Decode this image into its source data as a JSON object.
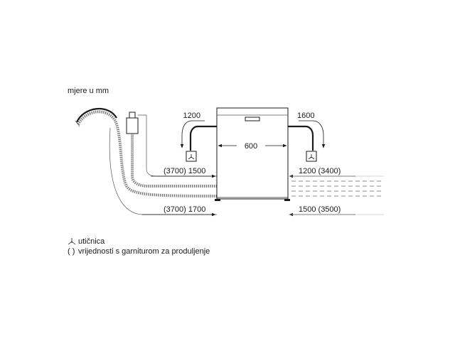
{
  "units_label": "mjere u mm",
  "dimensions": {
    "top_left": "1200",
    "top_right": "1600",
    "width": "600",
    "left_upper": "(3700) 1500",
    "right_upper": "1200 (3400)",
    "left_lower": "(3700) 1700",
    "right_lower": "1500 (3500)"
  },
  "legend": {
    "socket_label": "utičnica",
    "extension_label": "vrijednosti s garniturom za produljenje"
  },
  "icons": {
    "socket": "socket-icon",
    "extension": "parentheses-icon"
  }
}
